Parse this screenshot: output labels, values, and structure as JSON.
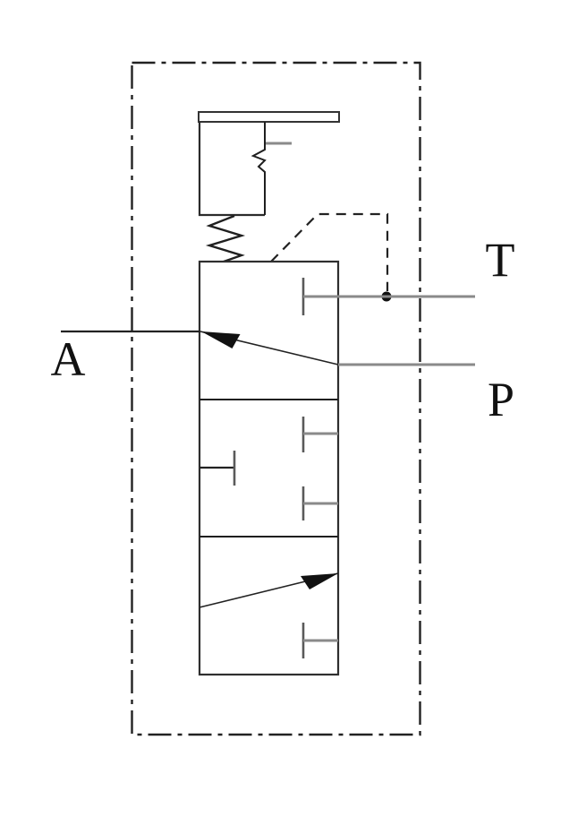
{
  "labels": {
    "port_t": "T",
    "port_a": "A",
    "port_p": "P"
  },
  "colors": {
    "line": "#2b2b2b",
    "port_line": "#8a8a8a",
    "blocked_tick": "#5a5a5a",
    "arrow_fill": "#111111",
    "background": "#ffffff"
  }
}
